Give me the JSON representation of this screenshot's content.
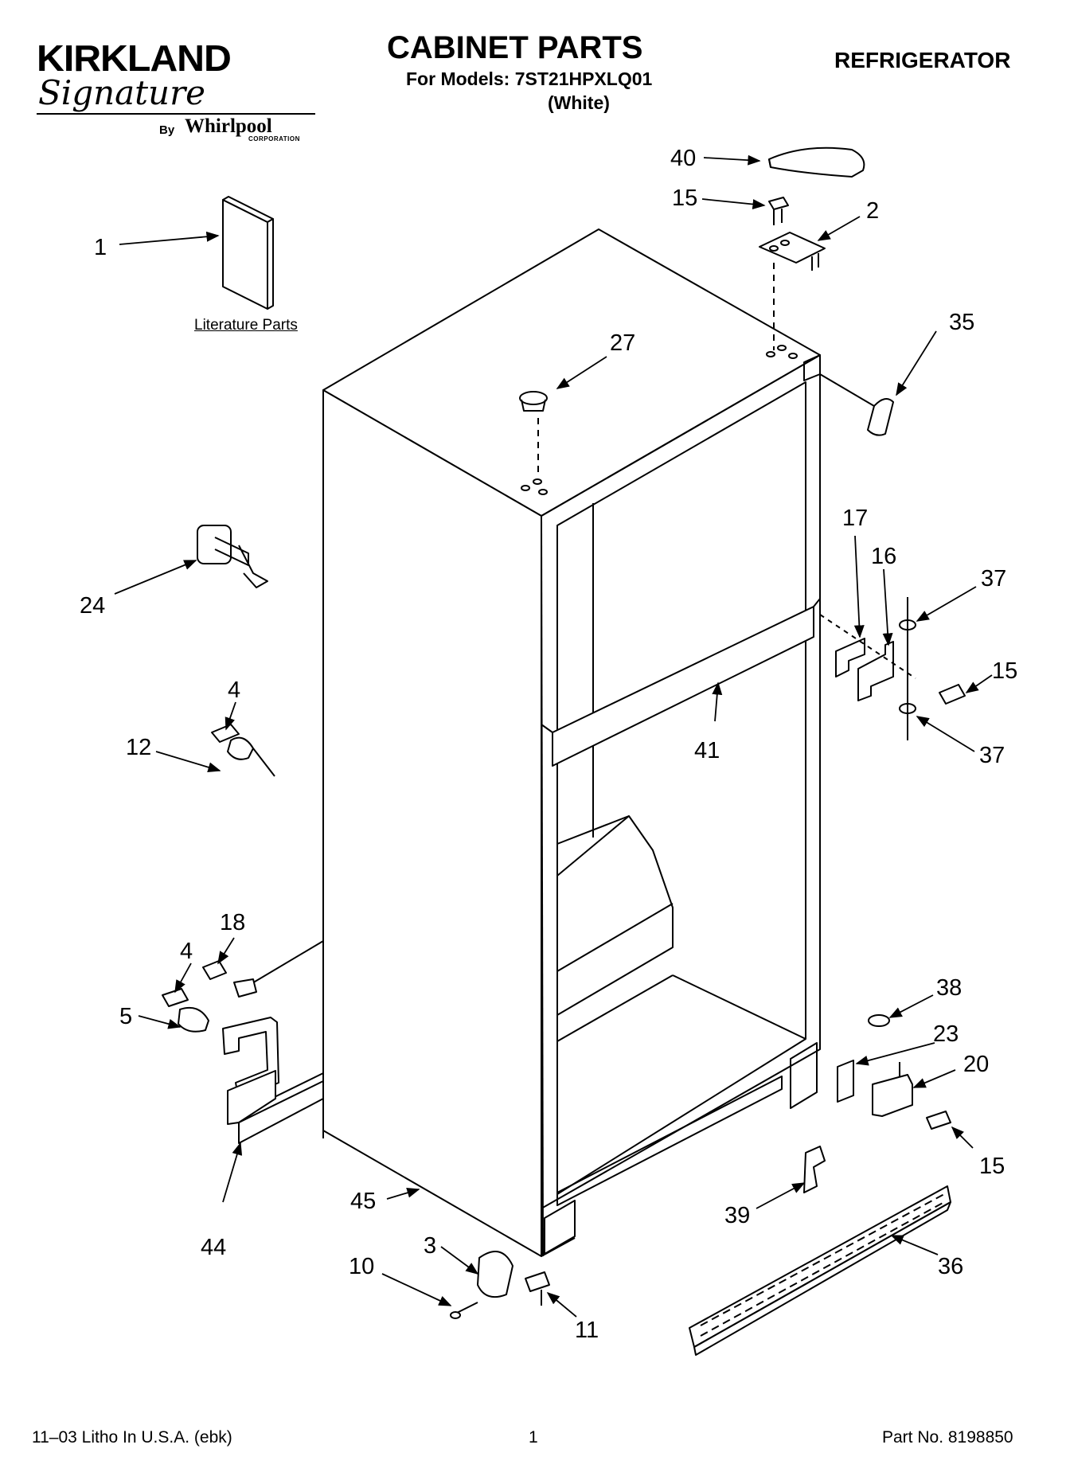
{
  "header": {
    "brand_name": "KIRKLAND",
    "brand_script": "Signature",
    "by_label": "By",
    "maker": "Whirlpool",
    "maker_suffix": "CORPORATION",
    "title": "CABINET PARTS",
    "models": "For Models: 7ST21HPXLQ01",
    "color": "(White)",
    "category": "REFRIGERATOR"
  },
  "literature_label": "Literature Parts",
  "callouts": {
    "c1": "1",
    "c2": "2",
    "c3": "3",
    "c4a": "4",
    "c4b": "4",
    "c5": "5",
    "c10": "10",
    "c11": "11",
    "c12": "12",
    "c15a": "15",
    "c15b": "15",
    "c15c": "15",
    "c16": "16",
    "c17": "17",
    "c18": "18",
    "c20": "20",
    "c23": "23",
    "c24": "24",
    "c27": "27",
    "c35": "35",
    "c36": "36",
    "c37a": "37",
    "c37b": "37",
    "c38": "38",
    "c39": "39",
    "c40": "40",
    "c41": "41",
    "c44": "44",
    "c45": "45"
  },
  "footer": {
    "litho": "11–03 Litho In U.S.A. (ebk)",
    "page": "1",
    "part_no": "Part No. 8198850"
  }
}
